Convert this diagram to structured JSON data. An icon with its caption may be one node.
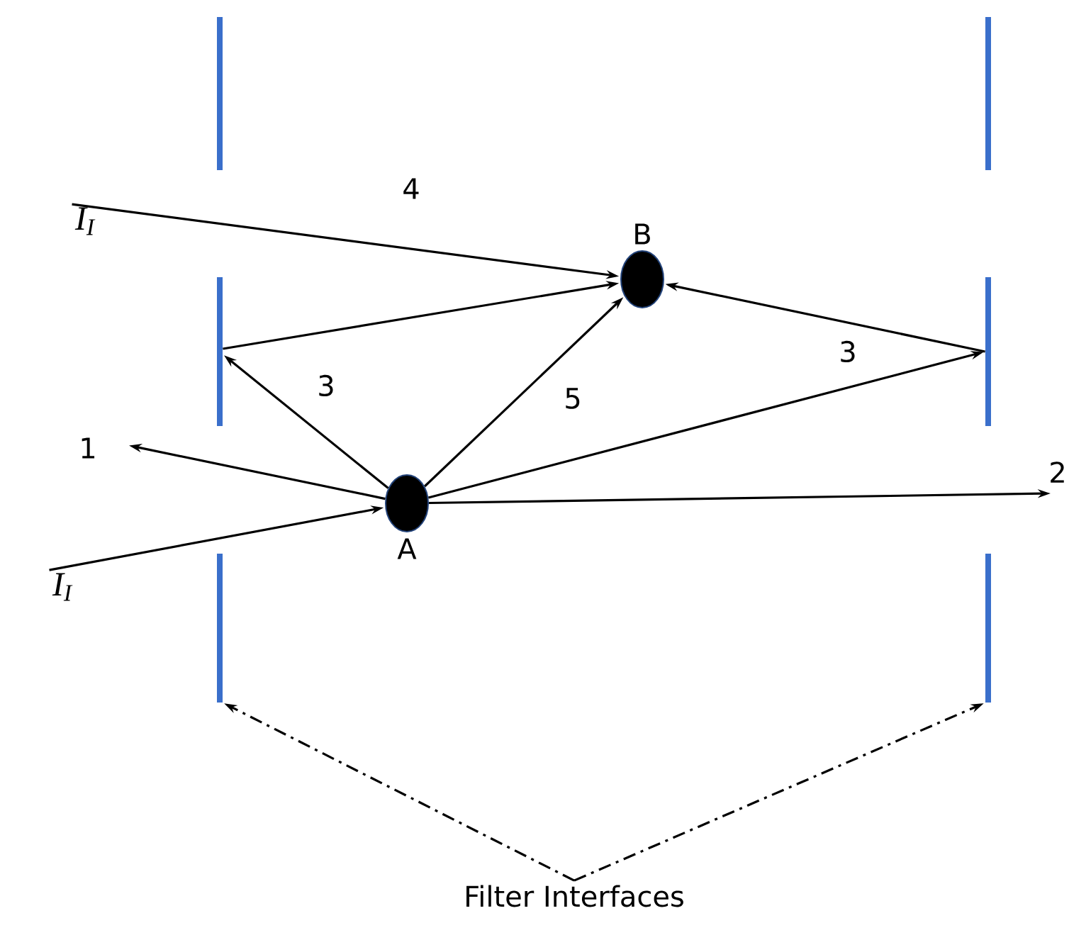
{
  "diagram": {
    "nodes": [
      {
        "text": [],
        "shape": "bar"
      },
      {
        "text": [],
        "shape": "bar"
      },
      {
        "text": [
          "I$_{I}$"
        ]
      },
      {
        "text": [
          "B"
        ]
      },
      {
        "text": [],
        "shape": "bar"
      },
      {
        "text": [],
        "shape": "bar"
      },
      {
        "text": [
          "A"
        ]
      },
      {
        "text": [
          "I$_{I}$"
        ]
      },
      {
        "text": [],
        "shape": "bar"
      },
      {
        "text": [],
        "shape": "bar"
      },
      {
        "text": [
          "Filter Interfaces"
        ]
      }
    ],
    "edges": [
      {
        "from": 2,
        "to": 3,
        "arrow": "to",
        "label": "4"
      },
      {
        "from": 4,
        "to": 3,
        "arrow": "to"
      },
      {
        "from": 5,
        "to": 3,
        "arrow": "to",
        "label": "3"
      },
      {
        "from": 6,
        "to": 4,
        "arrow": "to",
        "label": "3"
      },
      {
        "from": 6,
        "to": 3,
        "arrow": "to",
        "label": "5"
      },
      {
        "from": 6,
        "to": 5,
        "arrow": "to"
      },
      {
        "from": 7,
        "to": 6,
        "arrow": "to"
      },
      {
        "from": 6,
        "to": null,
        "arrow": "to",
        "label": "1"
      },
      {
        "from": 6,
        "to": null,
        "arrow": "to",
        "label": "2"
      },
      {
        "from": 10,
        "to": 8,
        "arrow": "to",
        "style": "dashed"
      },
      {
        "from": 10,
        "to": 9,
        "arrow": "to",
        "style": "dashed"
      }
    ]
  }
}
